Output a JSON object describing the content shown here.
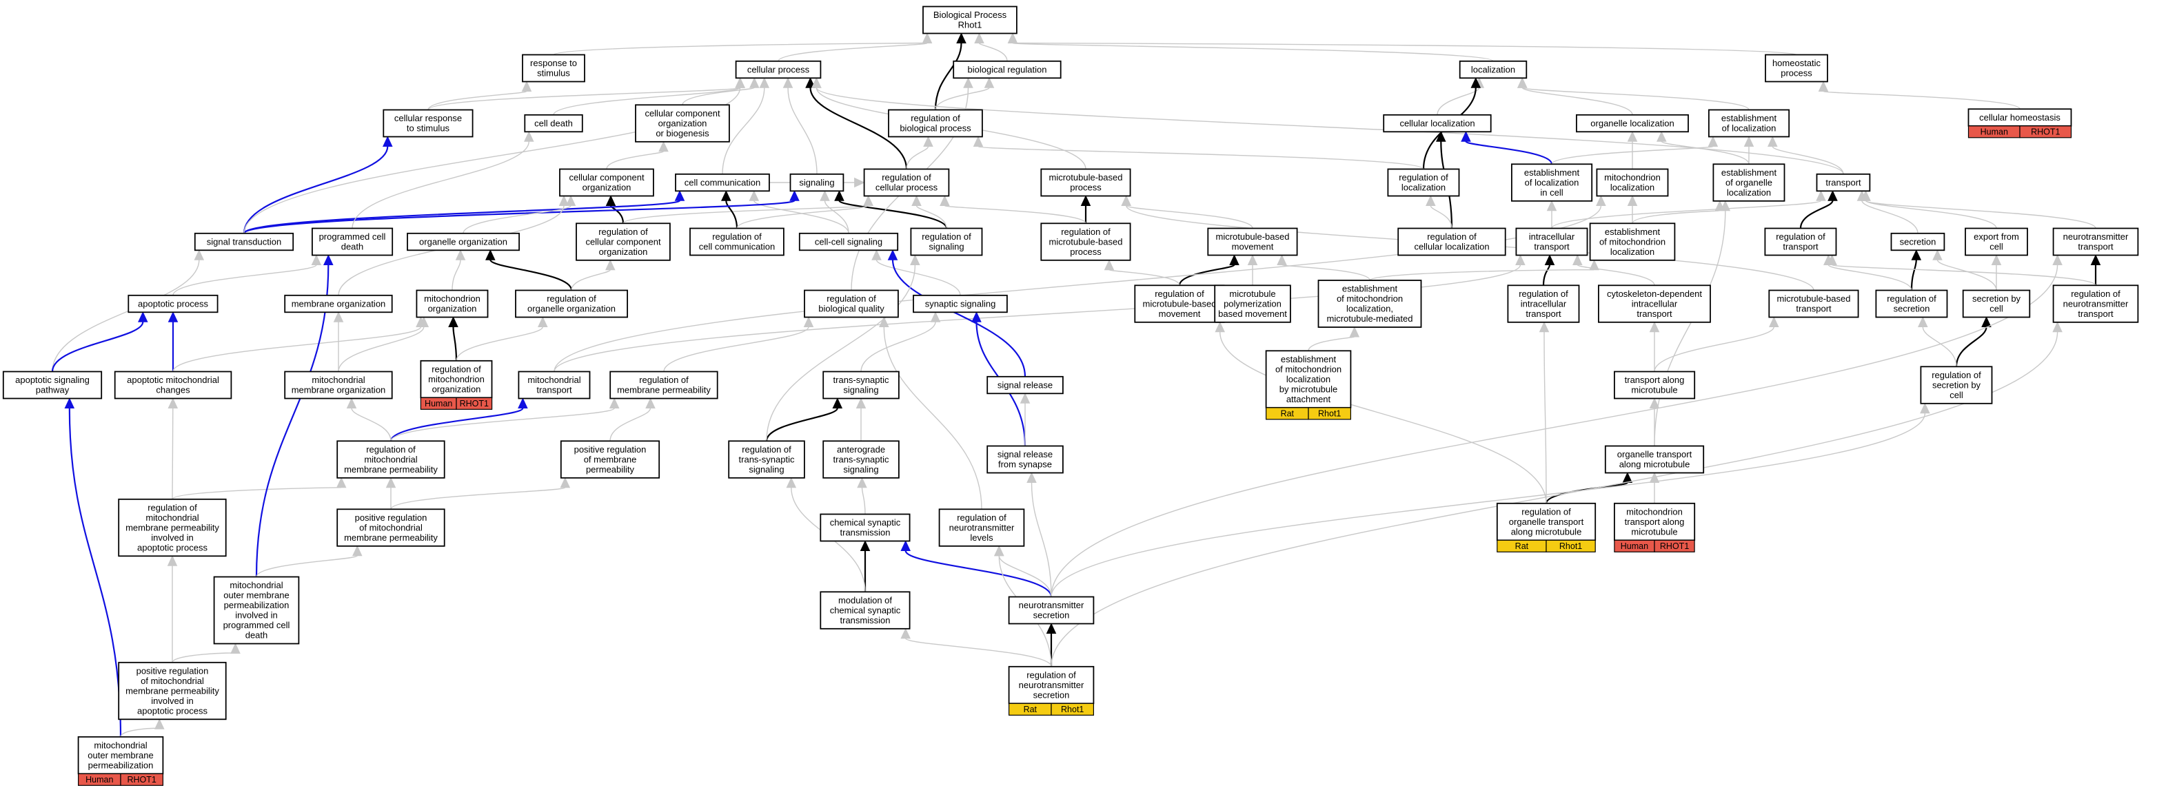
{
  "colors": {
    "gray_edge": "#c8c8c8",
    "black_edge": "#000000",
    "blue_edge": "#1010e0",
    "human_badge": "#e8584a",
    "rat_badge": "#f5cc12"
  },
  "nodes": [
    {
      "id": "bp",
      "lines": [
        "Biological Process",
        "Rhot1"
      ]
    },
    {
      "id": "rts",
      "lines": [
        "response to",
        "stimulus"
      ]
    },
    {
      "id": "cp",
      "lines": [
        "cellular process"
      ]
    },
    {
      "id": "br",
      "lines": [
        "biological regulation"
      ]
    },
    {
      "id": "loc",
      "lines": [
        "localization"
      ]
    },
    {
      "id": "hp",
      "lines": [
        "homeostatic",
        "process"
      ]
    },
    {
      "id": "crs",
      "lines": [
        "cellular response",
        "to stimulus"
      ]
    },
    {
      "id": "cd",
      "lines": [
        "cell death"
      ]
    },
    {
      "id": "ccob",
      "lines": [
        "cellular component",
        "organization",
        "or biogenesis"
      ]
    },
    {
      "id": "rbp",
      "lines": [
        "regulation of",
        "biological process"
      ]
    },
    {
      "id": "cl",
      "lines": [
        "cellular localization"
      ]
    },
    {
      "id": "ol",
      "lines": [
        "organelle localization"
      ]
    },
    {
      "id": "eol",
      "lines": [
        "establishment",
        "of localization"
      ]
    },
    {
      "id": "ch",
      "lines": [
        "cellular homeostasis"
      ],
      "badge": [
        "Human",
        "RHOT1"
      ],
      "badge_color": "human"
    },
    {
      "id": "cco",
      "lines": [
        "cellular component",
        "organization"
      ]
    },
    {
      "id": "cc",
      "lines": [
        "cell communication"
      ]
    },
    {
      "id": "sig",
      "lines": [
        "signaling"
      ]
    },
    {
      "id": "rcp",
      "lines": [
        "regulation of",
        "cellular process"
      ]
    },
    {
      "id": "mbp",
      "lines": [
        "microtubule-based",
        "process"
      ]
    },
    {
      "id": "rol",
      "lines": [
        "regulation of",
        "localization"
      ]
    },
    {
      "id": "elic",
      "lines": [
        "establishment",
        "of localization",
        "in cell"
      ]
    },
    {
      "id": "ml",
      "lines": [
        "mitochondrion",
        "localization"
      ]
    },
    {
      "id": "eorgl",
      "lines": [
        "establishment",
        "of organelle",
        "localization"
      ]
    },
    {
      "id": "tr",
      "lines": [
        "transport"
      ]
    },
    {
      "id": "st",
      "lines": [
        "signal transduction"
      ]
    },
    {
      "id": "pcd",
      "lines": [
        "programmed cell",
        "death"
      ]
    },
    {
      "id": "oo",
      "lines": [
        "organelle organization"
      ]
    },
    {
      "id": "rcco",
      "lines": [
        "regulation of",
        "cellular component",
        "organization"
      ]
    },
    {
      "id": "rcc",
      "lines": [
        "regulation of",
        "cell communication"
      ]
    },
    {
      "id": "ccs",
      "lines": [
        "cell-cell signaling"
      ]
    },
    {
      "id": "rsig",
      "lines": [
        "regulation of",
        "signaling"
      ]
    },
    {
      "id": "rmbp",
      "lines": [
        "regulation of",
        "microtubule-based",
        "process"
      ]
    },
    {
      "id": "mbm",
      "lines": [
        "microtubule-based",
        "movement"
      ]
    },
    {
      "id": "rcl",
      "lines": [
        "regulation of",
        "cellular localization"
      ]
    },
    {
      "id": "it",
      "lines": [
        "intracellular",
        "transport"
      ]
    },
    {
      "id": "emlo",
      "lines": [
        "establishment",
        "of mitochondrion",
        "localization"
      ]
    },
    {
      "id": "rtr",
      "lines": [
        "regulation of",
        "transport"
      ]
    },
    {
      "id": "sec",
      "lines": [
        "secretion"
      ]
    },
    {
      "id": "efc",
      "lines": [
        "export from",
        "cell"
      ]
    },
    {
      "id": "ntt",
      "lines": [
        "neurotransmitter",
        "transport"
      ]
    },
    {
      "id": "ap",
      "lines": [
        "apoptotic process"
      ]
    },
    {
      "id": "mo",
      "lines": [
        "membrane organization"
      ]
    },
    {
      "id": "mito",
      "lines": [
        "mitochondrion",
        "organization"
      ]
    },
    {
      "id": "roo",
      "lines": [
        "regulation of",
        "organelle organization"
      ]
    },
    {
      "id": "rbq",
      "lines": [
        "regulation of",
        "biological quality"
      ]
    },
    {
      "id": "ss",
      "lines": [
        "synaptic signaling"
      ]
    },
    {
      "id": "rmbm",
      "lines": [
        "regulation of",
        "microtubule-based",
        "movement"
      ]
    },
    {
      "id": "mpbm",
      "lines": [
        "microtubule",
        "polymerization",
        "based movement"
      ]
    },
    {
      "id": "emlm",
      "lines": [
        "establishment",
        "of mitochondrion",
        "localization,",
        "microtubule-mediated"
      ]
    },
    {
      "id": "rit",
      "lines": [
        "regulation of",
        "intracellular",
        "transport"
      ]
    },
    {
      "id": "cdit",
      "lines": [
        "cytoskeleton-dependent",
        "intracellular",
        "transport"
      ]
    },
    {
      "id": "mbt",
      "lines": [
        "microtubule-based",
        "transport"
      ]
    },
    {
      "id": "rsec",
      "lines": [
        "regulation of",
        "secretion"
      ]
    },
    {
      "id": "sbc",
      "lines": [
        "secretion by",
        "cell"
      ]
    },
    {
      "id": "rntt",
      "lines": [
        "regulation of",
        "neurotransmitter",
        "transport"
      ]
    },
    {
      "id": "asp",
      "lines": [
        "apoptotic signaling",
        "pathway"
      ]
    },
    {
      "id": "amc",
      "lines": [
        "apoptotic mitochondrial",
        "changes"
      ]
    },
    {
      "id": "mmo",
      "lines": [
        "mitochondrial",
        "membrane organization"
      ]
    },
    {
      "id": "rmito",
      "lines": [
        "regulation of",
        "mitochondrion",
        "organization"
      ],
      "badge": [
        "Human",
        "RHOT1"
      ],
      "badge_color": "human"
    },
    {
      "id": "mt",
      "lines": [
        "mitochondrial",
        "transport"
      ]
    },
    {
      "id": "rmp",
      "lines": [
        "regulation of",
        "membrane permeability"
      ]
    },
    {
      "id": "tss",
      "lines": [
        "trans-synaptic",
        "signaling"
      ]
    },
    {
      "id": "sr",
      "lines": [
        "signal release"
      ]
    },
    {
      "id": "emlmb",
      "lines": [
        "establishment",
        "of mitochondrion",
        "localization",
        "by microtubule",
        "attachment"
      ],
      "badge": [
        "Rat",
        "Rhot1"
      ],
      "badge_color": "rat"
    },
    {
      "id": "tam",
      "lines": [
        "transport along",
        "microtubule"
      ]
    },
    {
      "id": "rsbc",
      "lines": [
        "regulation of",
        "secretion by",
        "cell"
      ]
    },
    {
      "id": "rmmp",
      "lines": [
        "regulation of",
        "mitochondrial",
        "membrane permeability"
      ]
    },
    {
      "id": "prmp",
      "lines": [
        "positive regulation",
        "of membrane",
        "permeability"
      ]
    },
    {
      "id": "rtss",
      "lines": [
        "regulation of",
        "trans-synaptic",
        "signaling"
      ]
    },
    {
      "id": "ats",
      "lines": [
        "anterograde",
        "trans-synaptic",
        "signaling"
      ]
    },
    {
      "id": "srfs",
      "lines": [
        "signal release",
        "from synapse"
      ]
    },
    {
      "id": "otam",
      "lines": [
        "organelle transport",
        "along microtubule"
      ]
    },
    {
      "id": "rmmpap",
      "lines": [
        "regulation of",
        "mitochondrial",
        "membrane permeability",
        "involved in",
        "apoptotic process"
      ]
    },
    {
      "id": "prmmp",
      "lines": [
        "positive regulation",
        "of mitochondrial",
        "membrane permeability"
      ]
    },
    {
      "id": "cst",
      "lines": [
        "chemical synaptic",
        "transmission"
      ]
    },
    {
      "id": "rntl",
      "lines": [
        "regulation of",
        "neurotransmitter",
        "levels"
      ]
    },
    {
      "id": "rotam",
      "lines": [
        "regulation of",
        "organelle transport",
        "along microtubule"
      ],
      "badge": [
        "Rat",
        "Rhot1"
      ],
      "badge_color": "rat"
    },
    {
      "id": "mtam",
      "lines": [
        "mitochondrion",
        "transport along",
        "microtubule"
      ],
      "badge": [
        "Human",
        "RHOT1"
      ],
      "badge_color": "human"
    },
    {
      "id": "momp",
      "lines": [
        "mitochondrial",
        "outer membrane",
        "permeabilization",
        "involved in",
        "programmed cell",
        "death"
      ]
    },
    {
      "id": "mcst",
      "lines": [
        "modulation of",
        "chemical synaptic",
        "transmission"
      ]
    },
    {
      "id": "nts",
      "lines": [
        "neurotransmitter",
        "secretion"
      ]
    },
    {
      "id": "prmmpap",
      "lines": [
        "positive regulation",
        "of mitochondrial",
        "membrane permeability",
        "involved in",
        "apoptotic process"
      ]
    },
    {
      "id": "rnts",
      "lines": [
        "regulation of",
        "neurotransmitter",
        "secretion"
      ],
      "badge": [
        "Rat",
        "Rhot1"
      ],
      "badge_color": "rat"
    },
    {
      "id": "mompb",
      "lines": [
        "mitochondrial",
        "outer membrane",
        "permeabilization"
      ],
      "badge": [
        "Human",
        "RHOT1"
      ],
      "badge_color": "human"
    }
  ],
  "edges": [
    [
      "rts",
      "bp",
      "gray"
    ],
    [
      "cp",
      "bp",
      "gray"
    ],
    [
      "br",
      "bp",
      "gray"
    ],
    [
      "loc",
      "bp",
      "gray"
    ],
    [
      "hp",
      "bp",
      "gray"
    ],
    [
      "rbp",
      "bp",
      "black"
    ],
    [
      "crs",
      "rts",
      "gray"
    ],
    [
      "crs",
      "cp",
      "gray"
    ],
    [
      "cd",
      "cp",
      "gray"
    ],
    [
      "ccob",
      "cp",
      "gray"
    ],
    [
      "cc",
      "cp",
      "gray"
    ],
    [
      "sig",
      "cp",
      "gray"
    ],
    [
      "rcp",
      "cp",
      "black"
    ],
    [
      "rcp",
      "rbp",
      "gray"
    ],
    [
      "rbp",
      "br",
      "gray"
    ],
    [
      "mbp",
      "cp",
      "gray"
    ],
    [
      "tr",
      "cp",
      "gray"
    ],
    [
      "cl",
      "loc",
      "gray"
    ],
    [
      "ol",
      "loc",
      "gray"
    ],
    [
      "eol",
      "loc",
      "gray"
    ],
    [
      "rol",
      "loc",
      "black"
    ],
    [
      "ch",
      "hp",
      "gray"
    ],
    [
      "cco",
      "ccob",
      "gray"
    ],
    [
      "rcco",
      "cco",
      "black"
    ],
    [
      "rcco",
      "rcp",
      "gray"
    ],
    [
      "cc",
      "rcp",
      "gray"
    ],
    [
      "rcc",
      "cc",
      "black"
    ],
    [
      "rsig",
      "sig",
      "black"
    ],
    [
      "rsig",
      "rcp",
      "gray"
    ],
    [
      "rcc",
      "rcp",
      "gray"
    ],
    [
      "ccs",
      "cc",
      "gray"
    ],
    [
      "ccs",
      "sig",
      "gray"
    ],
    [
      "rmbp",
      "mbp",
      "black"
    ],
    [
      "rmbp",
      "rcp",
      "gray"
    ],
    [
      "rol",
      "rbp",
      "gray"
    ],
    [
      "elic",
      "cl",
      "blue"
    ],
    [
      "elic",
      "eol",
      "gray"
    ],
    [
      "rcl",
      "cl",
      "black"
    ],
    [
      "rcl",
      "rol",
      "gray"
    ],
    [
      "ml",
      "ol",
      "gray"
    ],
    [
      "eorgl",
      "eol",
      "gray"
    ],
    [
      "eorgl",
      "ol",
      "gray"
    ],
    [
      "tr",
      "eol",
      "gray"
    ],
    [
      "it",
      "elic",
      "gray"
    ],
    [
      "it",
      "tr",
      "gray"
    ],
    [
      "rit",
      "it",
      "black"
    ],
    [
      "rtr",
      "tr",
      "black"
    ],
    [
      "sec",
      "tr",
      "gray"
    ],
    [
      "efc",
      "tr",
      "gray"
    ],
    [
      "ntt",
      "tr",
      "gray"
    ],
    [
      "emlo",
      "ml",
      "gray"
    ],
    [
      "emlo",
      "eorgl",
      "gray"
    ],
    [
      "st",
      "crs",
      "blue"
    ],
    [
      "st",
      "cc",
      "blue"
    ],
    [
      "st",
      "sig",
      "blue"
    ],
    [
      "st",
      "cp",
      "gray"
    ],
    [
      "pcd",
      "cd",
      "gray"
    ],
    [
      "oo",
      "cco",
      "gray"
    ],
    [
      "roo",
      "oo",
      "black"
    ],
    [
      "roo",
      "rcco",
      "gray"
    ],
    [
      "mbm",
      "mbp",
      "gray"
    ],
    [
      "rmbm",
      "mbm",
      "black"
    ],
    [
      "rmbm",
      "rmbp",
      "gray"
    ],
    [
      "mpbm",
      "mbm",
      "gray"
    ],
    [
      "emlm",
      "emlo",
      "gray"
    ],
    [
      "emlm",
      "mbm",
      "gray"
    ],
    [
      "rsec",
      "sec",
      "black"
    ],
    [
      "rsec",
      "rtr",
      "gray"
    ],
    [
      "sbc",
      "sec",
      "gray"
    ],
    [
      "sbc",
      "efc",
      "gray"
    ],
    [
      "rntt",
      "ntt",
      "black"
    ],
    [
      "rntt",
      "rtr",
      "gray"
    ],
    [
      "ap",
      "pcd",
      "gray"
    ],
    [
      "mo",
      "cco",
      "gray"
    ],
    [
      "mito",
      "oo",
      "gray"
    ],
    [
      "rmito",
      "mito",
      "black"
    ],
    [
      "rmito",
      "roo",
      "gray"
    ],
    [
      "rbq",
      "br",
      "gray"
    ],
    [
      "ss",
      "ccs",
      "gray"
    ],
    [
      "cdit",
      "it",
      "gray"
    ],
    [
      "mbt",
      "mbp",
      "gray"
    ],
    [
      "asp",
      "st",
      "gray"
    ],
    [
      "asp",
      "ap",
      "blue"
    ],
    [
      "amc",
      "ap",
      "blue"
    ],
    [
      "amc",
      "mito",
      "gray"
    ],
    [
      "mmo",
      "mo",
      "gray"
    ],
    [
      "mmo",
      "mito",
      "gray"
    ],
    [
      "mt",
      "it",
      "gray"
    ],
    [
      "mt",
      "ml",
      "gray"
    ],
    [
      "rmp",
      "rbq",
      "gray"
    ],
    [
      "tss",
      "ss",
      "gray"
    ],
    [
      "sr",
      "ccs",
      "blue"
    ],
    [
      "emlmb",
      "emlm",
      "gray"
    ],
    [
      "tam",
      "cdit",
      "gray"
    ],
    [
      "tam",
      "mbt",
      "gray"
    ],
    [
      "rsbc",
      "sbc",
      "black"
    ],
    [
      "rsbc",
      "rsec",
      "gray"
    ],
    [
      "rmmp",
      "mt",
      "blue"
    ],
    [
      "rmmp",
      "mmo",
      "gray"
    ],
    [
      "rmmp",
      "rmp",
      "gray"
    ],
    [
      "prmp",
      "rmp",
      "gray"
    ],
    [
      "rtss",
      "tss",
      "black"
    ],
    [
      "rtss",
      "rsig",
      "gray"
    ],
    [
      "ats",
      "tss",
      "gray"
    ],
    [
      "srfs",
      "ss",
      "blue"
    ],
    [
      "srfs",
      "sr",
      "gray"
    ],
    [
      "otam",
      "tam",
      "gray"
    ],
    [
      "otam",
      "eorgl",
      "gray"
    ],
    [
      "rmmpap",
      "rmmp",
      "gray"
    ],
    [
      "rmmpap",
      "amc",
      "gray"
    ],
    [
      "prmmp",
      "rmmp",
      "gray"
    ],
    [
      "prmmp",
      "prmp",
      "gray"
    ],
    [
      "cst",
      "ats",
      "gray"
    ],
    [
      "rntl",
      "rbq",
      "gray"
    ],
    [
      "rotam",
      "otam",
      "black"
    ],
    [
      "rotam",
      "rit",
      "gray"
    ],
    [
      "rotam",
      "rmbm",
      "gray"
    ],
    [
      "mtam",
      "otam",
      "gray"
    ],
    [
      "momp",
      "pcd",
      "blue"
    ],
    [
      "momp",
      "prmmp",
      "gray"
    ],
    [
      "mcst",
      "cst",
      "black"
    ],
    [
      "mcst",
      "rtss",
      "gray"
    ],
    [
      "nts",
      "cst",
      "blue"
    ],
    [
      "nts",
      "srfs",
      "gray"
    ],
    [
      "nts",
      "rntl",
      "gray"
    ],
    [
      "nts",
      "rsbc",
      "gray"
    ],
    [
      "nts",
      "ntt",
      "gray"
    ],
    [
      "prmmpap",
      "rmmpap",
      "gray"
    ],
    [
      "prmmpap",
      "momp",
      "gray"
    ],
    [
      "rnts",
      "nts",
      "black"
    ],
    [
      "rnts",
      "mcst",
      "gray"
    ],
    [
      "rnts",
      "rntl",
      "gray"
    ],
    [
      "rnts",
      "rntt",
      "gray"
    ],
    [
      "mompb",
      "asp",
      "blue"
    ],
    [
      "mompb",
      "prmmpap",
      "gray"
    ]
  ]
}
